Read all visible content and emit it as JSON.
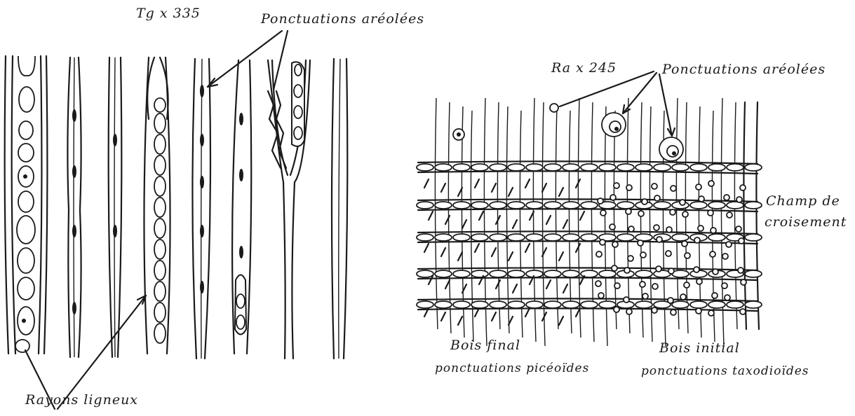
{
  "left_panel": {
    "magnification_label": "Tg x 335",
    "pits_label": "Ponctuations aréolées",
    "rays_label": "Rayons ligneux"
  },
  "right_panel": {
    "magnification_label": "Ra x 245",
    "pits_label": "Ponctuations aréolées",
    "crossfield_label_1": "Champ de",
    "crossfield_label_2": "croisement",
    "latewood_title": "Bois final",
    "latewood_pits": "ponctuations picéoïdes",
    "earlywood_title": "Bois initial",
    "earlywood_pits": "ponctuations taxodioïdes"
  }
}
